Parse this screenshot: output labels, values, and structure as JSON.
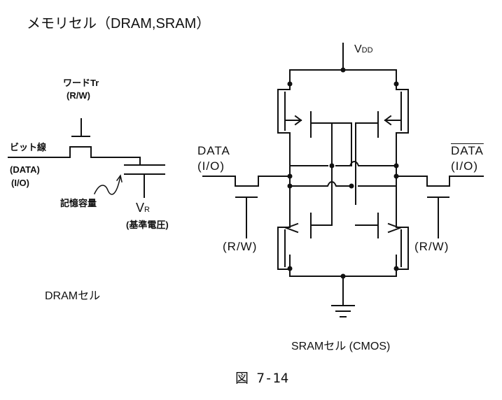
{
  "title": "メモリセル（DRAM,SRAM）",
  "dram": {
    "word_tr": "ワードTr",
    "rw": "(R/W)",
    "bit_line": "ビット線",
    "data": "(DATA)",
    "io": "(I/O)",
    "capacitor": "記憶容量",
    "vr_main": "V",
    "vr_sub": "R",
    "ref_voltage": "(基準電圧)",
    "caption": "DRAMセル"
  },
  "sram": {
    "vdd_main": "V",
    "vdd_sub": "DD",
    "data_left": "DATA",
    "io_left": "(I/O)",
    "data_right": "DATA",
    "io_right": "(I/O)",
    "rw_left": "(R/W)",
    "rw_right": "(R/W)",
    "caption": "SRAMセル (CMOS)"
  },
  "figure": "図 7-14"
}
